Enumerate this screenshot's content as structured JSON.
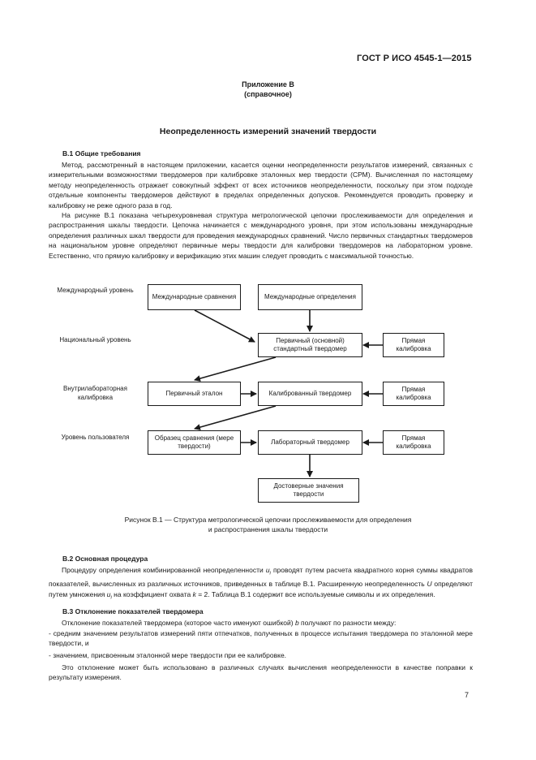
{
  "header": {
    "standard": "ГОСТ Р ИСО 4545-1—2015"
  },
  "appendix": {
    "title": "Приложение В",
    "subtitle": "(справочное)"
  },
  "heading": "Неопределенность измерений значений твердости",
  "sections": {
    "b1_title": "В.1 Общие требования",
    "b1_p1": "Метод, рассмотренный в настоящем приложении, касается оценки неопределенности результатов измерений, связанных с измерительными возможностями твердомеров при калибровке эталонных мер твердости (СРМ). Вычисленная по настоящему методу неопределенность отражает совокупный эффект от всех источников неопределенности, поскольку при этом подходе отдельные компоненты твердомеров действуют в пределах определенных допусков. Рекомендуется проводить проверку и калибровку не реже одного раза в год.",
    "b1_p2": "На рисунке В.1 показана четырехуровневая структура метрологической цепочки прослеживаемости для определения и распространения шкалы твердости. Цепочка начинается с международного уровня, при этом использованы международные определения различных шкал твердости для проведения международных сравнений. Число первичных стандартных твердомеров на национальном уровне определяют первичные меры твердости для калибровки твердомеров на лабораторном уровне. Естественно, что прямую калибровку и верификацию этих машин следует проводить с максимальной точностью.",
    "b2_title": "В.2 Основная процедура",
    "b2_p1_a": "Процедуру определения комбинированной неопределенности ",
    "b2_p1_var": "u",
    "b2_p1_sub": "i",
    "b2_p1_b": " проводят путем расчета квадратного корня суммы квадратов показателей, вычисленных из различных источников, приведенных в таблице В.1. Расширенную неопределенность ",
    "b2_p1_U": "U",
    "b2_p1_c": " определяют путем умножения ",
    "b2_p1_var2": "u",
    "b2_p1_sub2": "i",
    "b2_p1_d": " на коэффициент охвата ",
    "b2_p1_k": "k",
    "b2_p1_e": " = 2. Таблица В.1 содержит все используемые символы и их определения.",
    "b3_title": "В.3 Отклонение показателей твердомера",
    "b3_p1_a": "Отклонение показателей твердомера (которое часто именуют ошибкой) ",
    "b3_p1_b_var": "b",
    "b3_p1_c": " получают по разности между:",
    "b3_item1": "- средним значением результатов измерений пяти отпечатков, полученных в процессе испытания твердомера по эталонной мере твердости, и",
    "b3_item2": "- значением, присвоенным эталонной мере твердости при ее калибровке.",
    "b3_p2": "Это отклонение может быть использовано в различных случаях вычисления неопределенности в качестве поправки к результату измерения."
  },
  "diagram": {
    "levels": [
      "Международный уровень",
      "Национальный уровень",
      "Внутрилабораторная калибровка",
      "Уровень пользователя"
    ],
    "boxes": {
      "intl_comparison": "Международные сравнения",
      "intl_definition": "Международные определения",
      "primary_machine": "Первичный (основной) стандартный твердомер",
      "direct_cal_1": "Прямая калибровка",
      "primary_standard": "Первичный эталон",
      "calibrated_machine": "Калиброванный твердомер",
      "direct_cal_2": "Прямая калибровка",
      "comparison_sample": "Образец сравнения (мере твердости)",
      "lab_machine": "Лабораторный твердомер",
      "direct_cal_3": "Прямая калибровка",
      "reliable_values": "Достоверные значения твердости"
    }
  },
  "figure_caption_1": "Рисунок В.1 — Структура метрологической цепочки прослеживаемости для определения",
  "figure_caption_2": "и распространения шкалы твердости",
  "page_number": "7"
}
